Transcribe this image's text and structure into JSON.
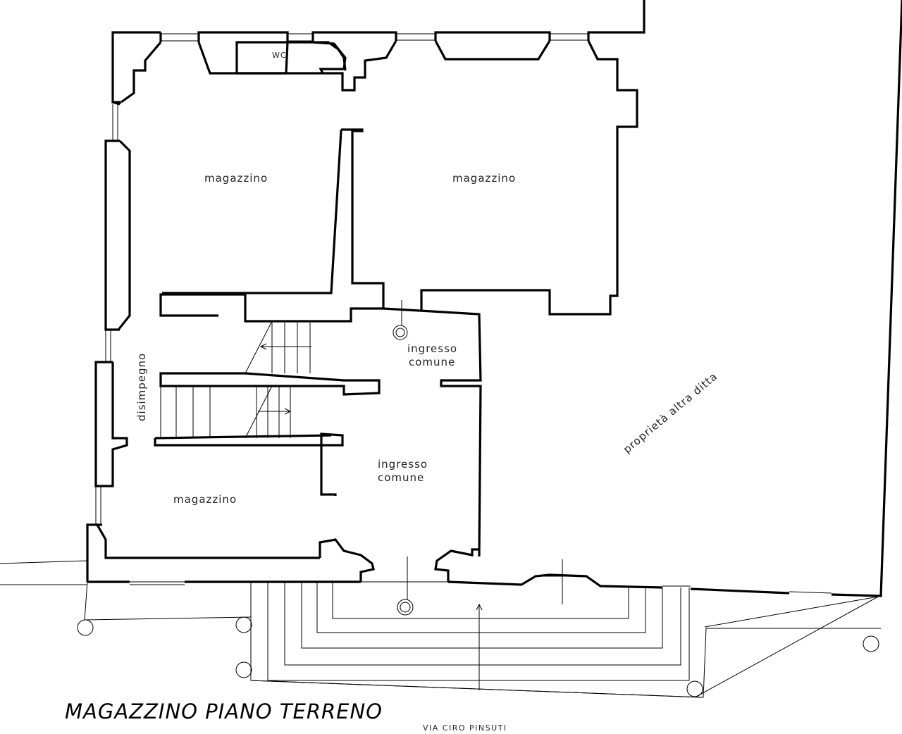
{
  "drawing": {
    "title": "MAGAZZINO  PIANO  TERRENO",
    "street": "VIA   CIRO  PINSUTI"
  },
  "rooms": {
    "wc": "WC",
    "magazzino_nw": "magazzino",
    "magazzino_ne": "magazzino",
    "magazzino_sw": "magazzino",
    "disimpegno": "disimpegno",
    "ingresso_upper_1": "ingresso",
    "ingresso_upper_2": "comune",
    "ingresso_lower_1": "ingresso",
    "ingresso_lower_2": "comune",
    "proprieta": "proprietà  altra  ditta"
  }
}
